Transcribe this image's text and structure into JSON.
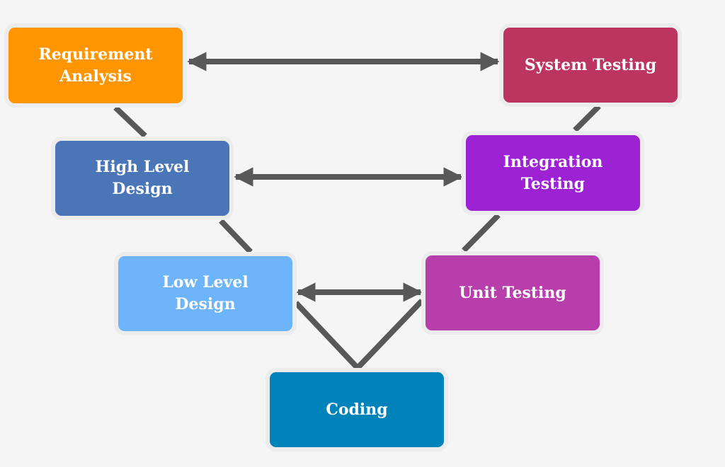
{
  "diagram": {
    "stages": {
      "requirement_analysis": {
        "line1": "Requirement",
        "line2": "Analysis",
        "color": "#ff9500"
      },
      "high_level_design": {
        "line1": "High Level",
        "line2": "Design",
        "color": "#4a76b8"
      },
      "low_level_design": {
        "line1": "Low Level",
        "line2": "Design",
        "color": "#6eb4fb"
      },
      "coding": {
        "label": "Coding",
        "color": "#0083b8"
      },
      "system_testing": {
        "label": "System Testing",
        "color": "#bb3560"
      },
      "integration_testing": {
        "line1": "Integration",
        "line2": "Testing",
        "color": "#9c22d4"
      },
      "unit_testing": {
        "label": "Unit Testing",
        "color": "#b83eac"
      }
    },
    "connector_color": "#585858"
  }
}
